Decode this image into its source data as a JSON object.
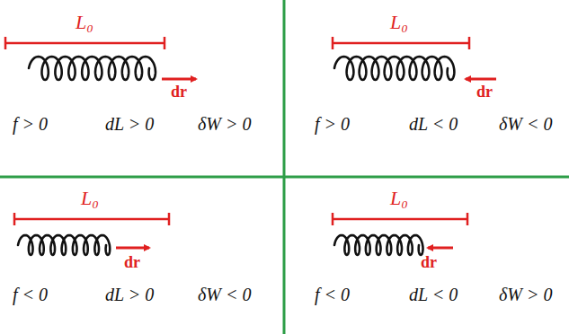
{
  "diagram": {
    "labels": [
      "L₀",
      "dr",
      "f > 0",
      "dL > 0",
      "δW > 0",
      "L₀",
      "dr",
      "f > 0",
      "dL < 0",
      "δW < 0",
      "L₀",
      "dr",
      "f < 0",
      "dL > 0",
      "δW < 0",
      "L₀",
      "dr",
      "f < 0",
      "dL < 0",
      "δW > 0"
    ]
  }
}
